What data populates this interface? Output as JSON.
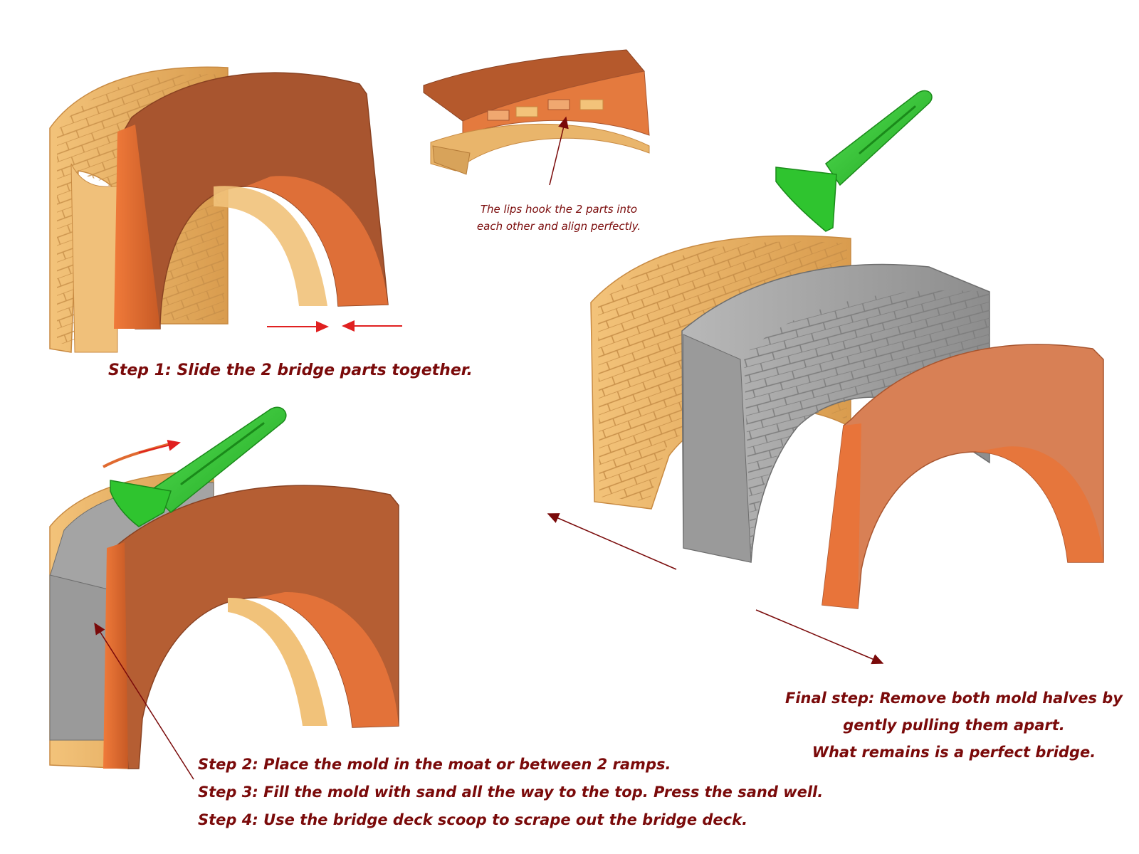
{
  "labels": {
    "step1": "Step 1: Slide the 2 bridge parts together.",
    "lips_note_line1": "The lips hook the 2 parts into",
    "lips_note_line2": "each other and align perfectly.",
    "step2": "Step 2: Place the mold in the moat or between 2 ramps.",
    "step3": "Step 3: Fill the mold with sand all the way to the top. Press the sand well.",
    "step4": "Step 4: Use the bridge deck scoop to scrape out the bridge deck.",
    "final_line1": "Final step: Remove both mold halves by",
    "final_line2": "gently pulling them apart.",
    "final_line3": "What remains is a perfect bridge."
  },
  "colors": {
    "text": "#7a0a0a",
    "arrow_red": "#e02020",
    "arrow_dark": "#7a0a0a",
    "brick_orange": "#a8552f",
    "brick_orange_edge": "#e8743a",
    "stone_tan": "#e9b56b",
    "sand_gray": "#a4a4a4",
    "scoop_green": "#2fc42f"
  }
}
